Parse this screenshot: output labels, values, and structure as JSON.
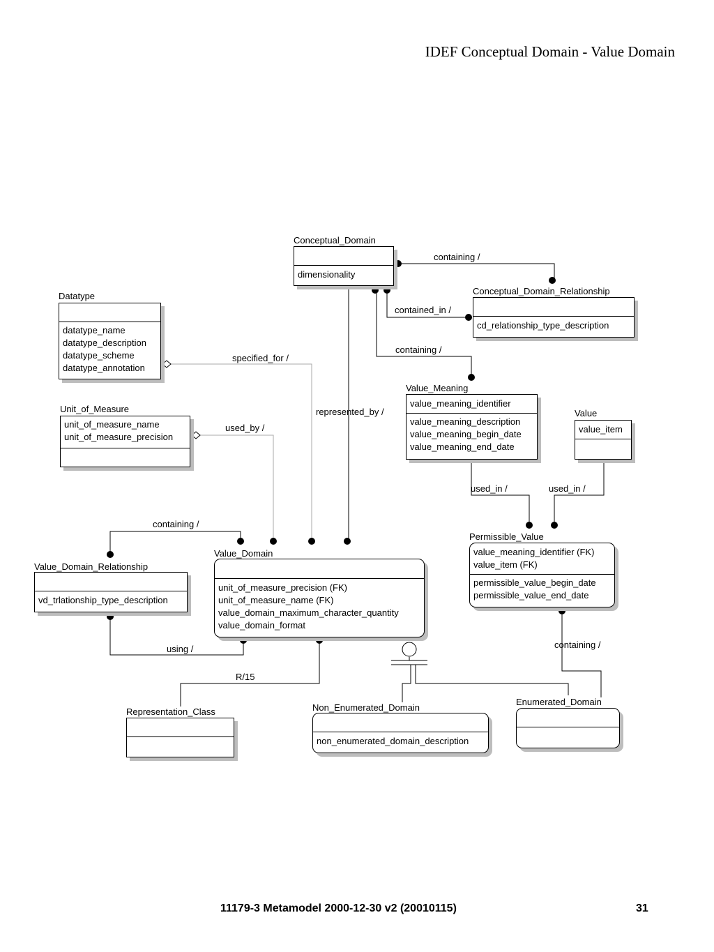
{
  "title": "IDEF Conceptual Domain - Value Domain",
  "footer": "11179-3 Metamodel 2000-12-30 v2 (20010115)",
  "page_number": "31",
  "entities": {
    "conceptual_domain": {
      "name": "Conceptual_Domain",
      "key": [],
      "attrs": [
        "dimensionality"
      ]
    },
    "cd_relationship": {
      "name": "Conceptual_Domain_Relationship",
      "key": [],
      "attrs": [
        "cd_relationship_type_description"
      ]
    },
    "datatype": {
      "name": "Datatype",
      "key": [],
      "attrs": [
        "datatype_name",
        "datatype_description",
        "datatype_scheme",
        "datatype_annotation"
      ]
    },
    "unit_of_measure": {
      "name": "Unit_of_Measure",
      "key": [
        "unit_of_measure_name",
        "unit_of_measure_precision"
      ],
      "attrs": []
    },
    "value_meaning": {
      "name": "Value_Meaning",
      "key": [
        "value_meaning_identifier"
      ],
      "attrs": [
        "value_meaning_description",
        "value_meaning_begin_date",
        "value_meaning_end_date"
      ]
    },
    "value": {
      "name": "Value",
      "key": [
        "value_item"
      ],
      "attrs": []
    },
    "permissible_value": {
      "name": "Permissible_Value",
      "key": [
        "value_meaning_identifier (FK)",
        "value_item (FK)"
      ],
      "attrs": [
        "permissible_value_begin_date",
        "permissible_value_end_date"
      ]
    },
    "value_domain_relationship": {
      "name": "Value_Domain_Relationship",
      "key": [],
      "attrs": [
        "vd_trlationship_type_description"
      ]
    },
    "value_domain": {
      "name": "Value_Domain",
      "key": [],
      "attrs": [
        "unit_of_measure_precision (FK)",
        "unit_of_measure_name (FK)",
        "value_domain_maximum_character_quantity",
        "value_domain_format"
      ]
    },
    "representation_class": {
      "name": "Representation_Class",
      "key": [],
      "attrs": []
    },
    "non_enumerated_domain": {
      "name": "Non_Enumerated_Domain",
      "key": [],
      "attrs": [
        "non_enumerated_domain_description"
      ]
    },
    "enumerated_domain": {
      "name": "Enumerated_Domain",
      "key": [],
      "attrs": []
    }
  },
  "relationships": {
    "cd_containing": "containing /",
    "contained_in": "contained_in /",
    "vm_containing": "containing /",
    "specified_for": "specified_for /",
    "represented_by": "represented_by /",
    "used_by": "used_by /",
    "vm_used_in": "used_in /",
    "value_used_in": "used_in /",
    "vdr_containing": "containing /",
    "pv_containing": "containing /",
    "using": "using /",
    "r15": "R/15"
  }
}
